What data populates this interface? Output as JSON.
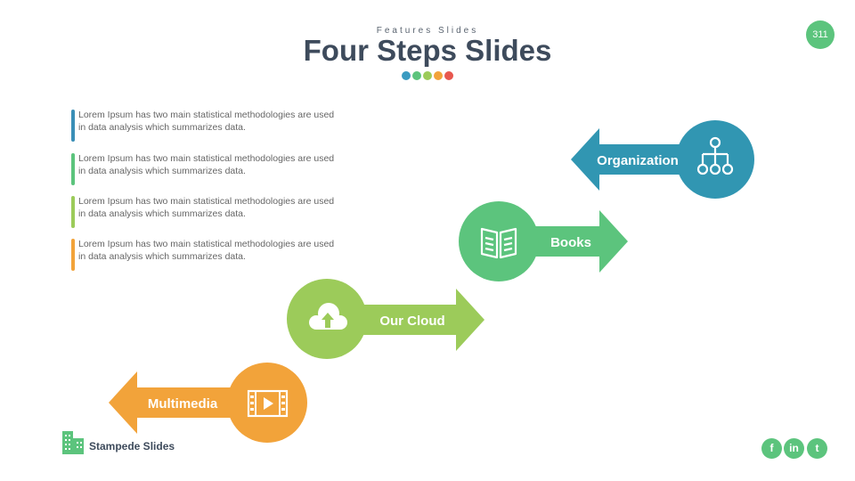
{
  "header": {
    "subtitle": "Features Slides",
    "title": "Four Steps Slides",
    "dots": [
      "#3a9bc1",
      "#5cc47d",
      "#9ccb5a",
      "#f2a33a",
      "#e8574e"
    ]
  },
  "page_number": "311",
  "notes": [
    {
      "text": "Lorem Ipsum has two main statistical methodologies are used in data analysis which summarizes data.",
      "color": "#3a8fb7"
    },
    {
      "text": "Lorem Ipsum has two main statistical methodologies are used in data analysis which summarizes data.",
      "color": "#5cc47d"
    },
    {
      "text": "Lorem Ipsum has two main statistical methodologies are used in data analysis which summarizes data.",
      "color": "#9ccb5a"
    },
    {
      "text": "Lorem Ipsum has two main statistical methodologies are used in data analysis which summarizes data.",
      "color": "#f2a33a"
    }
  ],
  "steps": [
    {
      "label": "Organization",
      "color": "#3196b2",
      "icon": "hierarchy-icon"
    },
    {
      "label": "Books",
      "color": "#5cc47d",
      "icon": "book-icon"
    },
    {
      "label": "Our Cloud",
      "color": "#9ccb5a",
      "icon": "cloud-upload-icon"
    },
    {
      "label": "Multimedia",
      "color": "#f2a33a",
      "icon": "video-icon"
    }
  ],
  "footer": {
    "brand": "Stampede Slides",
    "social": [
      {
        "icon": "facebook-icon",
        "glyph": "f"
      },
      {
        "icon": "linkedin-icon",
        "glyph": "in"
      },
      {
        "icon": "twitter-icon",
        "glyph": "t"
      }
    ]
  }
}
